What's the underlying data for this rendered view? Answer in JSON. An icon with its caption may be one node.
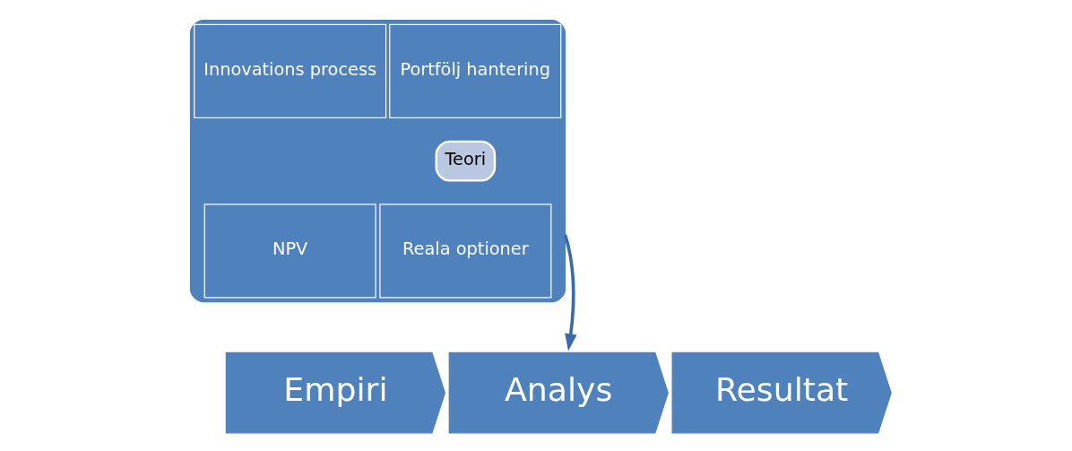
{
  "diagram": {
    "nodes": [
      {
        "text": [],
        "shape": "box"
      },
      {
        "text": [
          "Innovations process"
        ],
        "in": 0
      },
      {
        "text": [
          "Portfölj hantering"
        ],
        "in": 0
      },
      {
        "text": [
          "Teori"
        ],
        "in": 0
      },
      {
        "text": [
          "NPV"
        ],
        "in": 0
      },
      {
        "text": [
          "Reala optioner"
        ],
        "in": 0
      },
      {
        "text": [
          "Empiri"
        ]
      },
      {
        "text": [
          "Analys"
        ]
      },
      {
        "text": [
          "Resultat"
        ]
      }
    ],
    "edges": [
      {
        "from": 0,
        "to": 7,
        "arrow": "to"
      }
    ]
  }
}
